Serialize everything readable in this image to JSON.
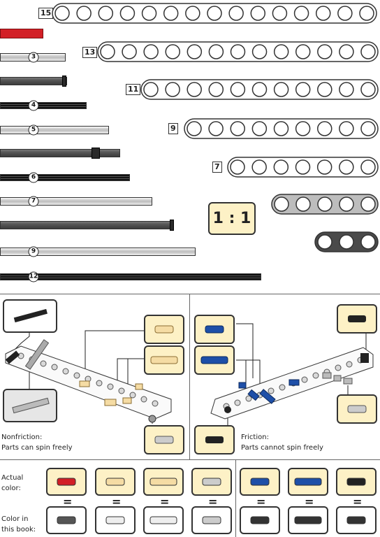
{
  "beams": [
    {
      "label": "15",
      "holes": 15,
      "color": "#ffffff"
    },
    {
      "label": "13",
      "holes": 13,
      "color": "#ffffff"
    },
    {
      "label": "11",
      "holes": 11,
      "color": "#ffffff"
    },
    {
      "label": "9",
      "holes": 9,
      "color": "#ffffff"
    },
    {
      "label": "7",
      "holes": 7,
      "color": "#ffffff"
    },
    {
      "label": "",
      "holes": 5,
      "color": "#bdbdbd"
    },
    {
      "label": "",
      "holes": 3,
      "color": "#4a4a4a"
    }
  ],
  "axles": [
    {
      "label": "",
      "color": "red"
    },
    {
      "label": "3",
      "color": "light-gray"
    },
    {
      "label": "",
      "color": "dark-gray"
    },
    {
      "label": "4",
      "color": "black"
    },
    {
      "label": "5",
      "color": "light-gray"
    },
    {
      "label": "",
      "color": "dark-gray"
    },
    {
      "label": "6",
      "color": "black"
    },
    {
      "label": "7",
      "color": "light-gray"
    },
    {
      "label": "",
      "color": "dark-gray"
    },
    {
      "label": "9",
      "color": "light-gray"
    },
    {
      "label": "12",
      "color": "black"
    }
  ],
  "scale_label": "1 : 1",
  "nonfriction": {
    "title": "Nonfriction:",
    "subtitle": "Parts can spin freely"
  },
  "friction": {
    "title": "Friction:",
    "subtitle": "Parts cannot spin freely"
  },
  "color_row": {
    "actual": "Actual\ncolor:",
    "book": "Color in\nthis book:",
    "equals": "="
  }
}
